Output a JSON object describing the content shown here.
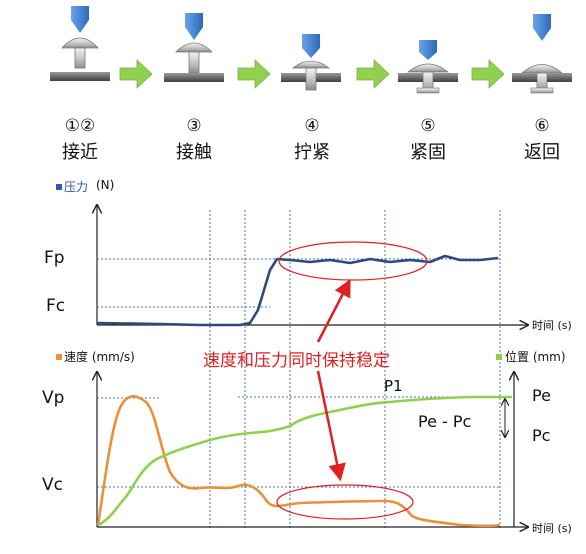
{
  "steps": [
    {
      "num": "①②",
      "name": "接近"
    },
    {
      "num": "③",
      "name": "接触"
    },
    {
      "num": "④",
      "name": "拧紧"
    },
    {
      "num": "⑤",
      "name": "紧固"
    },
    {
      "num": "⑥",
      "name": "返回"
    }
  ],
  "pressure_chart": {
    "legend": "压力",
    "unit": "(N)",
    "tick_fp": "Fp",
    "tick_fc": "Fc",
    "x_axis_label": "时间 (s)",
    "legend_color": "#2f5aa0",
    "line_color": "#2b4b7a"
  },
  "speed_chart": {
    "legend": "速度 (mm/s)",
    "right_legend": "位置 (mm)",
    "tick_vp": "Vp",
    "tick_vc": "Vc",
    "x_axis_label": "时间 (s)",
    "label_p1": "P1",
    "label_pe": "Pe",
    "label_pe_pc": "Pe - Pc",
    "label_pc": "Pc",
    "speed_color": "#e8913a",
    "position_color": "#8fd14f"
  },
  "annotation": {
    "text": "速度和压力同时保持稳定",
    "color": "#e02020"
  },
  "colors": {
    "tool_blue": "#4a86d6",
    "arrow_green": "#92d050",
    "guide_blue": "#4472c4"
  }
}
